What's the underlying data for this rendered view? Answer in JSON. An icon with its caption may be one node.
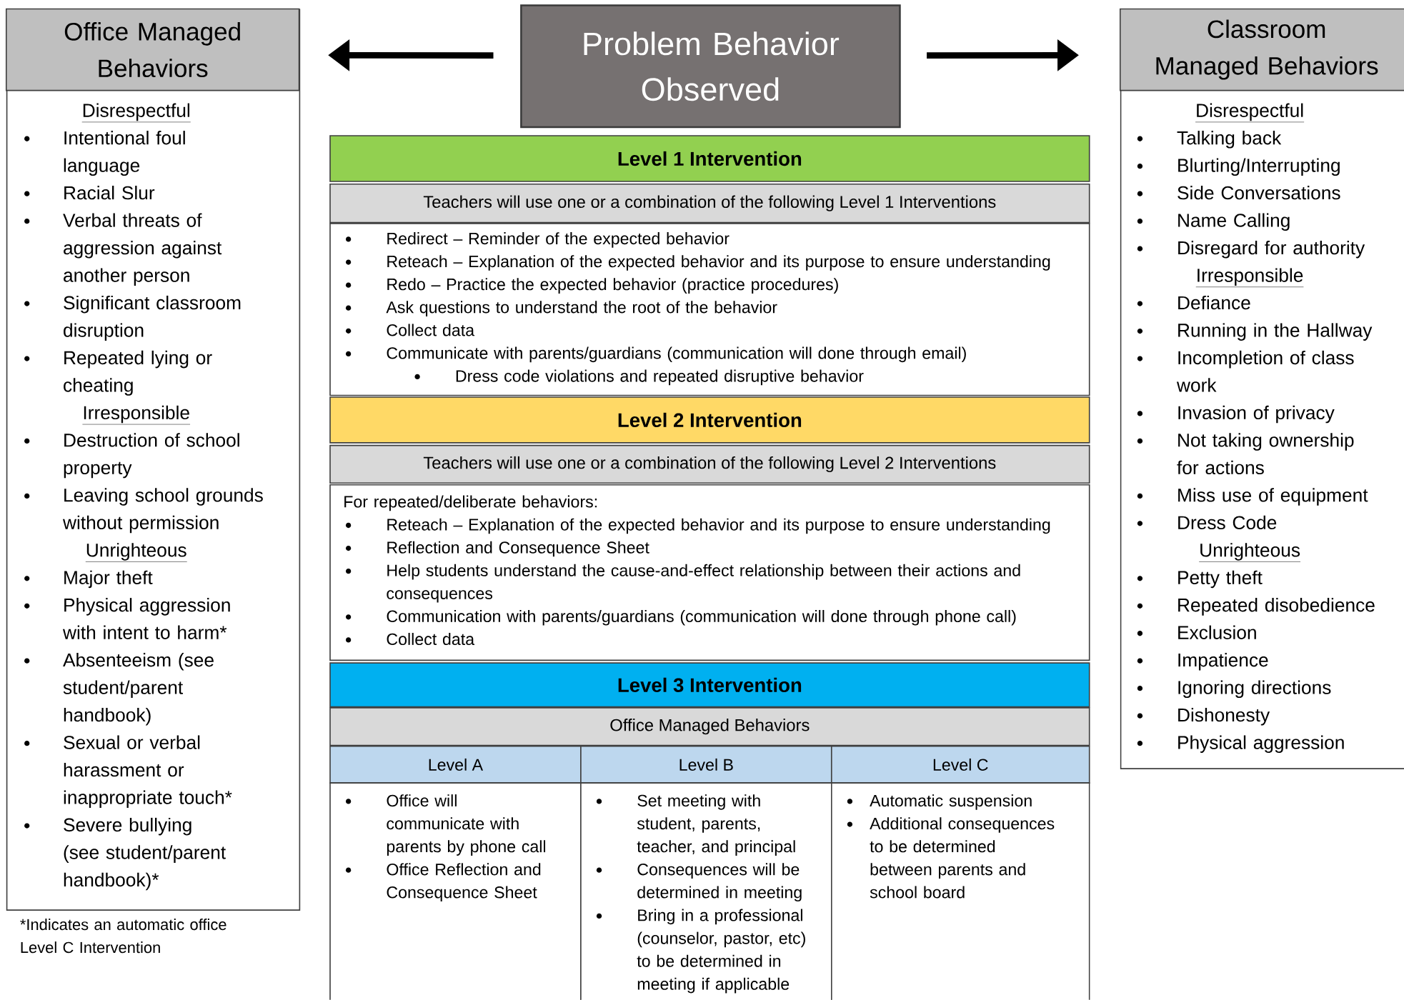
{
  "diagram": {
    "nodes": [
      {
        "text": [
          "Office Managed Behaviors",
          "Disrespectful",
          "Intentional foul language",
          "Racial Slur",
          "Verbal threats of aggression against another person",
          "Significant classroom disruption",
          "Repeated lying or cheating",
          "Irresponsible",
          "Destruction of school property",
          "Leaving school grounds without permission",
          "Unrighteous",
          "Major theft",
          "Physical aggression with intent to harm*",
          "Absenteeism (see student/parent handbook)",
          "Sexual or verbal harassment or inappropriate touch*",
          "Severe bullying (see student/parent handbook)*"
        ]
      },
      {
        "text": [
          "Problem Behavior Observed"
        ]
      },
      {
        "text": [
          "Classroom Managed Behaviors",
          "Disrespectful",
          "Talking back",
          "Blurting/Interrupting",
          "Side Conversations",
          "Name Calling",
          "Disregard for authority",
          "Irresponsible",
          "Defiance",
          "Running in the Hallway",
          "Incompletion of class work",
          "Invasion of privacy",
          "Not taking ownership for actions",
          "Miss use of equipment",
          "Dress Code",
          "Unrighteous",
          "Petty theft",
          "Repeated disobedience",
          "Exclusion",
          "Impatience",
          "Ignoring directions",
          "Dishonesty",
          "Physical aggression"
        ]
      },
      {
        "text": [
          "Level 1 Intervention"
        ]
      },
      {
        "text": [
          "Teachers will use one or a combination of the following Level 1 Interventions"
        ]
      },
      {
        "text": [
          "Redirect – Reminder of the expected behavior",
          "Reteach – Explanation of the expected behavior and its purpose to ensure understanding",
          "Redo – Practice the expected behavior (practice procedures)",
          "Ask questions to understand the root of the behavior",
          "Collect data",
          "Communicate with parents/guardians (communication will done through email)",
          "Dress code violations and repeated disruptive behavior"
        ]
      },
      {
        "text": [
          "Level 2 Intervention"
        ]
      },
      {
        "text": [
          "Teachers will use one or a combination of the following Level 2 Interventions"
        ]
      },
      {
        "text": [
          "For repeated/deliberate behaviors:",
          "Reteach – Explanation of the expected behavior and its purpose to ensure understanding",
          "Reflection and Consequence Sheet",
          "Help students understand the cause-and-effect relationship between their actions and consequences",
          "Communication with parents/guardians (communication will done through phone call)",
          "Collect data"
        ]
      },
      {
        "text": [
          "Level 3 Intervention"
        ]
      },
      {
        "text": [
          "Office Managed Behaviors"
        ]
      },
      {
        "text": [
          "Level A"
        ]
      },
      {
        "text": [
          "Level B"
        ]
      },
      {
        "text": [
          "Level C"
        ]
      },
      {
        "text": [
          "Office will communicate with parents by phone call",
          "Office Reflection and Consequence Sheet"
        ]
      },
      {
        "text": [
          "Set meeting with student, parents, teacher, and principal",
          "Consequences will be determined in meeting",
          "Bring in a professional (counselor, pastor, etc) to be determined in meeting if applicable"
        ]
      },
      {
        "text": [
          "Automatic suspension",
          "Additional consequences to be determined between parents and school board"
        ]
      }
    ],
    "edges": [
      {
        "from": 1,
        "to": 0,
        "arrow": "to"
      },
      {
        "from": 1,
        "to": 2,
        "arrow": "to"
      }
    ],
    "labels": [
      "*Indicates an automatic office Level C Intervention"
    ]
  }
}
